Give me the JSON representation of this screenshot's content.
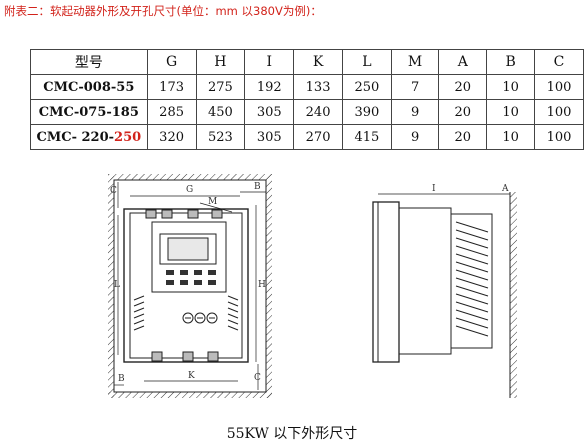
{
  "caption_top": "附表二：软起动器外形及开孔尺寸(单位：mm 以380V为例)：",
  "table": {
    "header": [
      "型号",
      "G",
      "H",
      "I",
      "K",
      "L",
      "M",
      "A",
      "B",
      "C"
    ],
    "rows": [
      {
        "model": "CMC-008-55",
        "values": [
          "173",
          "275",
          "192",
          "133",
          "250",
          "7",
          "20",
          "10",
          "100"
        ]
      },
      {
        "model": "CMC-075-185",
        "values": [
          "285",
          "450",
          "305",
          "240",
          "390",
          "9",
          "20",
          "10",
          "100"
        ]
      },
      {
        "model_prefix": "CMC- 220-",
        "model_suffix": "250",
        "values": [
          "320",
          "523",
          "305",
          "270",
          "415",
          "9",
          "20",
          "10",
          "100"
        ]
      }
    ]
  },
  "drawing_labels": {
    "front": {
      "G": "G",
      "B_top": "B",
      "C_top": "C",
      "M": "M",
      "L": "L",
      "H": "H",
      "B_bottom": "B",
      "K": "K",
      "C_bottom": "C"
    },
    "side": {
      "I": "I",
      "A": "A"
    }
  },
  "caption_bottom": "55KW 以下外形尺寸"
}
